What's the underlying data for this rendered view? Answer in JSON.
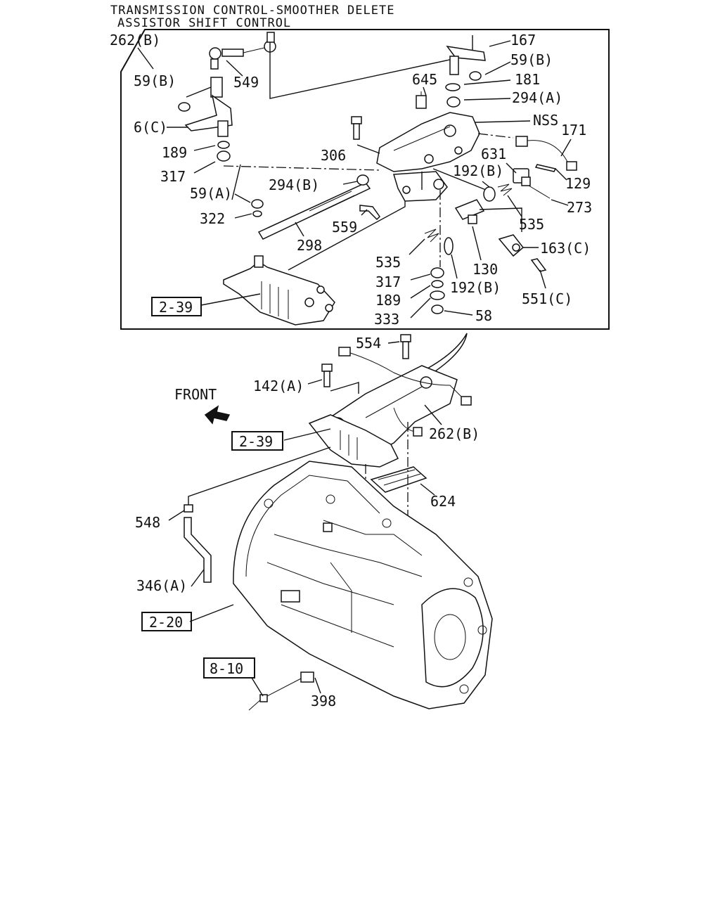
{
  "title": {
    "line1": "TRANSMISSION CONTROL-SMOOTHER DELETE",
    "line2": "ASSISTOR SHIFT CONTROL"
  },
  "direction": {
    "front": "FRONT"
  },
  "callouts": {
    "c262b_top": "262(B)",
    "c167": "167",
    "c59b_r": "59(B)",
    "c645": "645",
    "c181": "181",
    "c549": "549",
    "c59b_l": "59(B)",
    "c294a": "294(A)",
    "cNSS": "NSS",
    "c171": "171",
    "c6c": "6(C)",
    "c306": "306",
    "c631": "631",
    "c189_top": "189",
    "c192b_a": "192(B)",
    "c129": "129",
    "c317_top": "317",
    "c294b": "294(B)",
    "c273": "273",
    "c59a": "59(A)",
    "c535_r": "535",
    "c322": "322",
    "c559": "559",
    "c298": "298",
    "c163c": "163(C)",
    "c535_l": "535",
    "c130": "130",
    "c317_bot": "317",
    "c192b_b": "192(B)",
    "c189_bot": "189",
    "c551c": "551(C)",
    "c333": "333",
    "c58": "58",
    "c554": "554",
    "c142a": "142(A)",
    "c262b_bot": "262(B)",
    "c624": "624",
    "c548": "548",
    "c346a": "346(A)",
    "c398": "398"
  },
  "refs": {
    "r239_top": "2-39",
    "r239_bot": "2-39",
    "r220": "2-20",
    "r810": "8-10"
  }
}
